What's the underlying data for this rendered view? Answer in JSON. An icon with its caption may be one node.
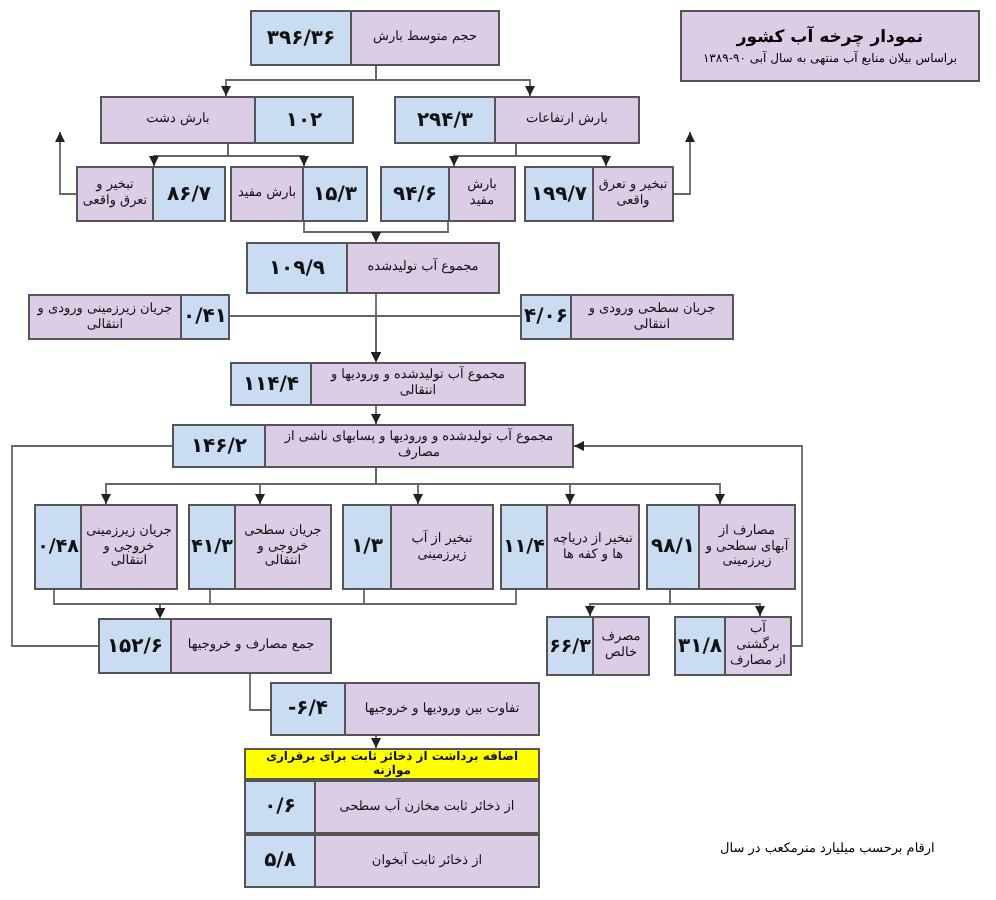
{
  "diagram": {
    "nodes": [
      {
        "text": [
          "نمودار چرخه آب کشور",
          "براساس بیلان منابع آب منتهی به سال آبی ۹۰-۱۳۸۹"
        ]
      },
      {
        "text": [
          "حجم متوسط بارش",
          "۳۹۶/۳۶"
        ]
      },
      {
        "text": [
          "۱۰۲",
          "بارش دشت"
        ]
      },
      {
        "text": [
          "بارش ارتفاعات",
          "۲۹۴/۳"
        ]
      },
      {
        "text": [
          "۸۶/۷",
          "تبخیر و تعرق واقعی"
        ]
      },
      {
        "text": [
          "۱۵/۳",
          "بارش مفید"
        ]
      },
      {
        "text": [
          "بارش مفید",
          "۹۴/۶"
        ]
      },
      {
        "text": [
          "تبخیر و تعرق واقعی",
          "۱۹۹/۷"
        ]
      },
      {
        "text": [
          "مجموع آب تولیدشده",
          "۱۰۹/۹"
        ]
      },
      {
        "text": [
          "۰/۴۱",
          "جریان زیرزمینی ورودی و انتقالی"
        ]
      },
      {
        "text": [
          "جریان سطحی ورودی و انتقالی",
          "۴/۰۶"
        ]
      },
      {
        "text": [
          "مجموع آب تولیدشده و ورودیها و انتقالی",
          "۱۱۴/۴"
        ]
      },
      {
        "text": [
          "مجموع آب تولیدشده و ورودیها و پسابهای ناشی از مصارف",
          "۱۴۶/۲"
        ]
      },
      {
        "text": [
          "جریان زیرزمینی خروجی و انتقالی",
          "۰/۴۸"
        ]
      },
      {
        "text": [
          "جریان سطحی خروجی و انتقالی",
          "۴۱/۳"
        ]
      },
      {
        "text": [
          "تبخیر از آب زیرزمینی",
          "۱/۳"
        ]
      },
      {
        "text": [
          "تبخیر از دریاچه ها و کفه ها",
          "۱۱/۴"
        ]
      },
      {
        "text": [
          "مصارف از آبهای سطحی و زیرزمینی",
          "۹۸/۱"
        ]
      },
      {
        "text": [
          "جمع مصارف و خروجیها",
          "۱۵۲/۶"
        ]
      },
      {
        "text": [
          "مصرف خالص",
          "۶۶/۳"
        ]
      },
      {
        "text": [
          "آب برگشتی از مصارف",
          "۳۱/۸"
        ]
      },
      {
        "text": [
          "تفاوت بین ورودیها و خروجیها",
          "-۶/۴"
        ]
      },
      {
        "text": [
          "اضافه برداشت از ذخائر ثابت برای برقراری موازنه"
        ]
      },
      {
        "text": [
          "از ذخائر ثابت مخازن آب سطحی",
          "۰/۶"
        ],
        "in": 22
      },
      {
        "text": [
          "از ذخائر ثابت آبخوان",
          "۵/۸"
        ],
        "in": 22
      }
    ],
    "edges": [
      {
        "from": 1,
        "to": 2,
        "arrow": "to"
      },
      {
        "from": 1,
        "to": 3,
        "arrow": "to"
      },
      {
        "from": 2,
        "to": 4,
        "arrow": "to"
      },
      {
        "from": 2,
        "to": 5,
        "arrow": "to"
      },
      {
        "from": 3,
        "to": 6,
        "arrow": "to"
      },
      {
        "from": 3,
        "to": 7,
        "arrow": "to"
      },
      {
        "from": 4,
        "to": null,
        "arrow": "to"
      },
      {
        "from": 7,
        "to": null,
        "arrow": "to"
      },
      {
        "from": 5,
        "to": 8,
        "arrow": "to"
      },
      {
        "from": 6,
        "to": 8,
        "arrow": "to"
      },
      {
        "from": 8,
        "to": 11,
        "arrow": "to"
      },
      {
        "from": 9,
        "to": 11,
        "arrow": "to"
      },
      {
        "from": 10,
        "to": 11,
        "arrow": "to"
      },
      {
        "from": 11,
        "to": 12,
        "arrow": "to"
      },
      {
        "from": 12,
        "to": 13,
        "arrow": "to"
      },
      {
        "from": 12,
        "to": 14,
        "arrow": "to"
      },
      {
        "from": 12,
        "to": 15,
        "arrow": "to"
      },
      {
        "from": 12,
        "to": 16,
        "arrow": "to"
      },
      {
        "from": 12,
        "to": 17,
        "arrow": "to"
      },
      {
        "from": 13,
        "to": 18,
        "arrow": "to"
      },
      {
        "from": 14,
        "to": 18,
        "arrow": "to"
      },
      {
        "from": 15,
        "to": 18,
        "arrow": "to"
      },
      {
        "from": 16,
        "to": 18,
        "arrow": "to"
      },
      {
        "from": 17,
        "to": 19,
        "arrow": "to"
      },
      {
        "from": 17,
        "to": 20,
        "arrow": "to"
      },
      {
        "from": 20,
        "to": 12,
        "arrow": "to"
      },
      {
        "from": 12,
        "to": 18,
        "arrow": "none"
      },
      {
        "from": 18,
        "to": 21,
        "arrow": "none"
      },
      {
        "from": 21,
        "to": 22,
        "arrow": "to"
      }
    ],
    "labels": [
      "ارقام برحسب میلیارد مترمکعب در سال"
    ]
  }
}
